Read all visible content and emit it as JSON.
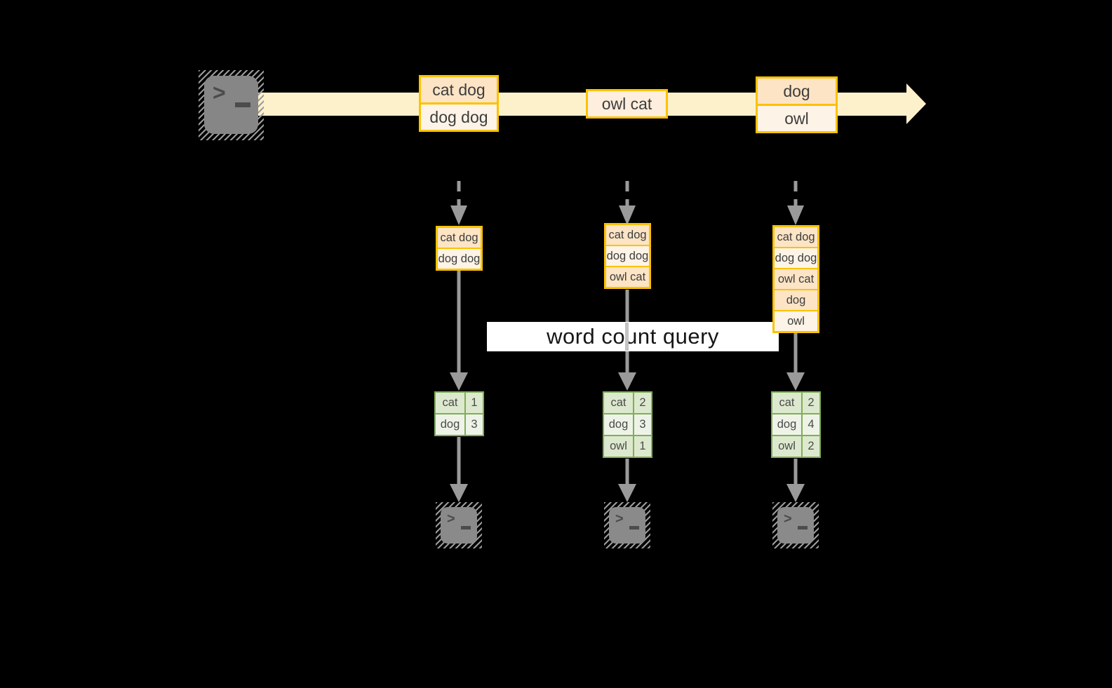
{
  "banner": {
    "label": "word count query"
  },
  "icons": {
    "terminal_prompt": ">"
  },
  "stream": {
    "events": [
      {
        "lines": [
          "cat dog",
          "dog dog"
        ]
      },
      {
        "lines": [
          "owl cat"
        ]
      },
      {
        "lines": [
          "dog",
          "owl"
        ]
      }
    ]
  },
  "columns": [
    {
      "input": [
        "cat dog",
        "dog dog"
      ],
      "counts": [
        [
          "cat",
          "1"
        ],
        [
          "dog",
          "3"
        ]
      ]
    },
    {
      "input": [
        "cat dog",
        "dog dog",
        "owl cat"
      ],
      "counts": [
        [
          "cat",
          "2"
        ],
        [
          "dog",
          "3"
        ],
        [
          "owl",
          "1"
        ]
      ]
    },
    {
      "input": [
        "cat dog",
        "dog dog",
        "owl cat",
        "dog",
        "owl"
      ],
      "counts": [
        [
          "cat",
          "2"
        ],
        [
          "dog",
          "4"
        ],
        [
          "owl",
          "2"
        ]
      ]
    }
  ],
  "colors": {
    "background": "#000000",
    "stream_band": "#fdf1cc",
    "event_border": "#fcc200",
    "event_fill_dark": "#fce4c5",
    "event_fill_light": "#fdf3e6",
    "table_border": "#7fae57",
    "table_fill_dark": "#dde9ce",
    "table_fill_light": "#eef3e8",
    "arrow_gray": "#9a9a9a",
    "terminal_gray": "#868686",
    "banner_background": "#ffffff"
  }
}
